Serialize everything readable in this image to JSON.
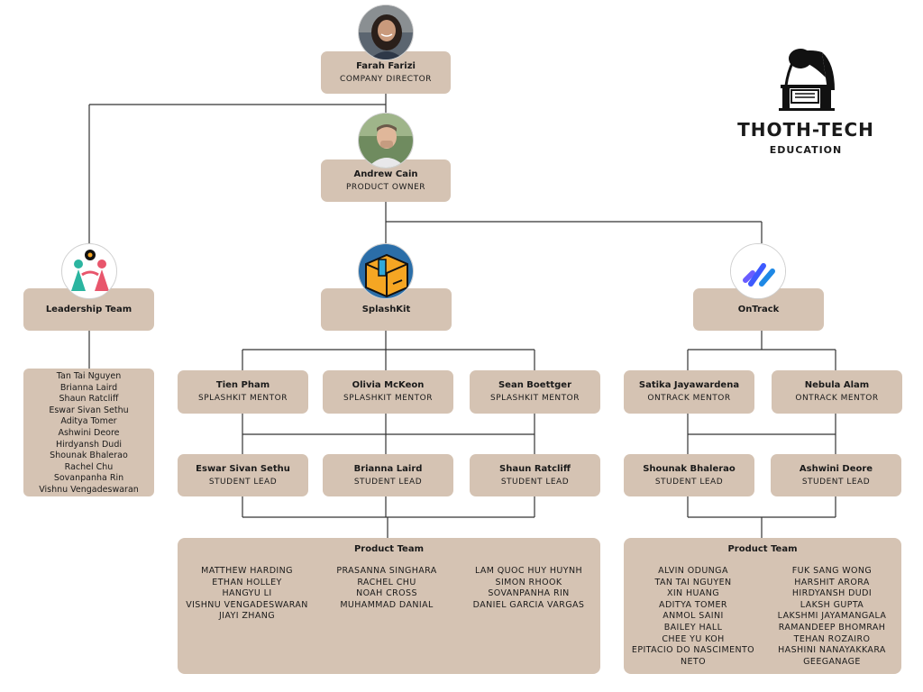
{
  "director": {
    "name": "Farah Farizi",
    "role": "COMPANY DIRECTOR"
  },
  "owner": {
    "name": "Andrew Cain",
    "role": "PRODUCT OWNER"
  },
  "logo": {
    "title": "THOTH-TECH",
    "subtitle": "EDUCATION",
    "icon": "ibis-scribe-icon"
  },
  "leadership": {
    "title": "Leadership Team",
    "icon": "team-gear-icon",
    "members": [
      "Tan Tai Nguyen",
      "Brianna Laird",
      "Shaun Ratcliff",
      "Eswar Sivan Sethu",
      "Aditya Tomer",
      "Ashwini Deore",
      "Hirdyansh Dudi",
      "Shounak Bhalerao",
      "Rachel Chu",
      "Sovanpanha Rin",
      "Vishnu Vengadeswaran"
    ]
  },
  "splashkit": {
    "title": "SplashKit",
    "icon": "box-icon",
    "mentors": [
      {
        "name": "Tien Pham",
        "role": "SPLASHKIT MENTOR"
      },
      {
        "name": "Olivia McKeon",
        "role": "SPLASHKIT MENTOR"
      },
      {
        "name": "Sean Boettger",
        "role": "SPLASHKIT MENTOR"
      }
    ],
    "leads": [
      {
        "name": "Eswar Sivan Sethu",
        "role": "STUDENT LEAD"
      },
      {
        "name": "Brianna Laird",
        "role": "STUDENT LEAD"
      },
      {
        "name": "Shaun Ratcliff",
        "role": "STUDENT LEAD"
      }
    ],
    "product_team": {
      "title": "Product Team",
      "columns": [
        [
          "MATTHEW HARDING",
          "ETHAN HOLLEY",
          "HANGYU LI",
          "VISHNU VENGADESWARAN",
          "JIAYI ZHANG"
        ],
        [
          "PRASANNA SINGHARA",
          "RACHEL CHU",
          "NOAH CROSS",
          "MUHAMMAD DANIAL"
        ],
        [
          "LAM QUOC HUY HUYNH",
          "SIMON RHOOK",
          "SOVANPANHA RIN",
          "DANIEL GARCIA VARGAS"
        ]
      ]
    }
  },
  "ontrack": {
    "title": "OnTrack",
    "icon": "ontrack-logo-icon",
    "mentors": [
      {
        "name": "Satika Jayawardena",
        "role": "ONTRACK MENTOR"
      },
      {
        "name": "Nebula Alam",
        "role": "ONTRACK MENTOR"
      }
    ],
    "leads": [
      {
        "name": "Shounak Bhalerao",
        "role": "STUDENT LEAD"
      },
      {
        "name": "Ashwini Deore",
        "role": "STUDENT LEAD"
      }
    ],
    "product_team": {
      "title": "Product Team",
      "columns": [
        [
          "ALVIN ODUNGA",
          "TAN TAI NGUYEN",
          "XIN HUANG",
          "ADITYA TOMER",
          "ANMOL SAINI",
          "BAILEY HALL",
          "CHEE YU KOH",
          "EPITACIO DO NASCIMENTO",
          "NETO"
        ],
        [
          "FUK SANG WONG",
          "HARSHIT ARORA",
          "HIRDYANSH DUDI",
          "LAKSH GUPTA",
          "LAKSHMI JAYAMANGALA",
          "RAMANDEEP BHOMRAH",
          "TEHAN ROZAIRO",
          "HASHINI NANAYAKKARA",
          "GEEGANAGE"
        ]
      ]
    }
  },
  "colors": {
    "box": "#d5c3b3",
    "line": "#333333",
    "splashkit_orange": "#f5a623",
    "ontrack_blue": "#3d5afe"
  }
}
